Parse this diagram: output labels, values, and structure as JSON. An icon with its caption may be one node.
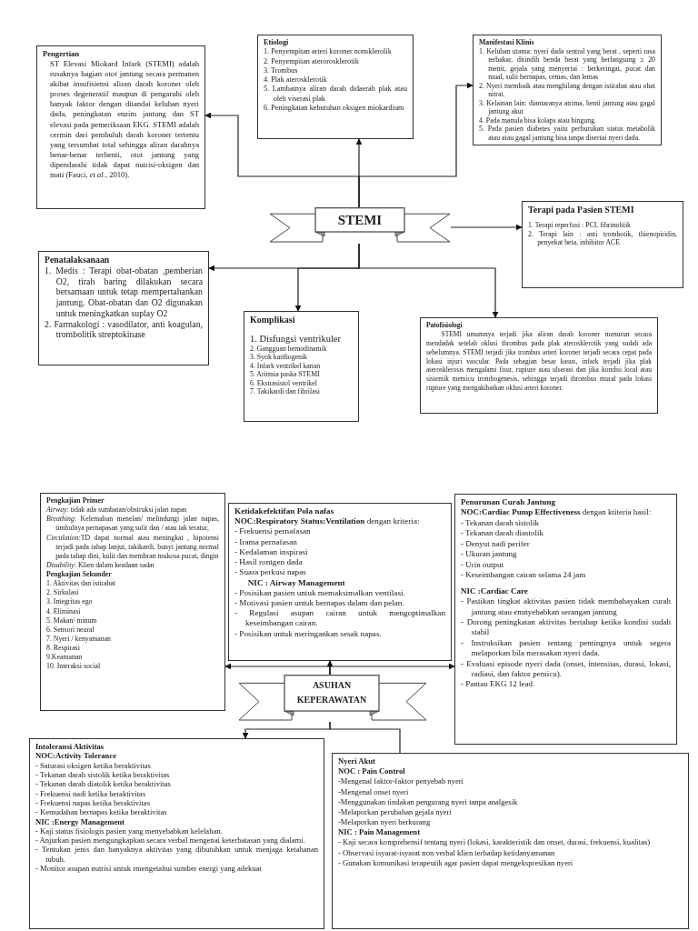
{
  "diagram": {
    "nodes": [
      {
        "text": [
          "Pengertian",
          "ST Elevasi Miokard Infark (STEMI) adalah rusaknya bagian otot jantung secara permanen akibat insufisiensi aliran darah koroner oleh proses degeneratif maupun di pengaruhi oleh banyak faktor dengan ditandai keluhan nyeri dada, peningkatan enzim jantung dan ST elevasi pada pemeriksaan EKG. STEMI adalah cermin dari pembuluh darah koroner tertentu yang tersumbat total sehingga aliran darahnya benar-benar terhenti, otot jantung yang dipendarahi tidak dapat nutrisi-oksigen dan mati (Fauci, *et al.*, 2010)."
        ]
      },
      {
        "text": [
          "Etiologi",
          "1. Penyempitan arteri koroner nonsklerolik",
          "2. Penyempitan aterorosklerotik",
          "3. Trombus",
          "4. Plak aterosklerotik",
          "5. Lambatnya aliran darah didaerah plak atau oleh viserasi plak",
          "6. Peningkatan kebutuhan oksigen miokardium"
        ]
      },
      {
        "text": [
          "Manifestasi Klinis",
          "1. Keluhan utama: nyeri dada sentral yang berat , seperti rasa terbakar, ditindih benda berat yang berlangsung ≥ 20 menit, gejala yang menyertai : berkeringat, pucat dan mual, sulit bernapas, cemas, dan lemas",
          "2. Nyeri membaik atau menghilang dengan istirahat atau obat nitrat.",
          "3. Kelainan lain: diantaranya atrima, henti jantung atau gagal jantung akut",
          "4. Pada manula bisa kolaps atau bingung.",
          "5. Pada pasien diabetes yaitu perburukan status metabolik atau atau gagal jantung bisa tanpa disertai nyeri dada."
        ]
      },
      {
        "text": [
          "STEMI"
        ]
      },
      {
        "text": [
          "Terapi pada Pasien STEMI",
          "1. Terapi reperfusi : PCI, fibrinolitik",
          "2. Terapi lain : anti trombotik, thienopiridin, penyekat beta, inhibitor ACE"
        ]
      },
      {
        "text": [
          "Penatalaksanaan",
          "1. Medis : Terapi obat-obatan ,pemberian O2, tirah baring dilakukan secara bersamaan untuk tetap mempertahankan jantung. Obat-obatan dan O2 digunakan untuk meningkatkan suplay O2",
          "2. Farmakologi : vasodilator, anti koagulan, trombolitik streptokinase"
        ]
      },
      {
        "text": [
          "Komplikasi",
          "1. Disfungsi ventrikuler",
          "2. Gangguan hemodinamik",
          "3. Syok kardiogenik",
          "4. Infark ventrikel kanan",
          "5. Aritmia paska STEMI",
          "6. Ekstrasistol ventrikel",
          "7. Takikardi dan fibrilasi"
        ]
      },
      {
        "text": [
          "Patofisiologi",
          "STEMI umumnya terjadi jika aliran darah koroner menurun secara mendadak setelah oklusi thrombus pada plak aterosklerotik yang sudah ada sebelumnya. STEMI terjadi jika trombus arteri koroner terjadi secara cepat pada lokasi injuri vascular. Pada sebagian besar kasus, infark terjadi jika plak aterosklerosis mengalami fisur, rupture atau ulserasi dan jika kondisi local atau sistemik memicu trombogenesis, sehingga terjadi thrombus mural pada lokasi rupture yang mengakibatkan oklusi arteri koroner."
        ]
      },
      {
        "text": [
          "Pengkajian Primer",
          "*Airway*: tidak ada  sumbatan/obstruksi jalan napas",
          "*Breathing*: Kelemahan menelan/ melindungi jalan napas, timbulnya pernapasan yang sulit dan / atau tak teratur,",
          "*Circulation*:TD dapat normal atau meningkat , hipotensi terjadi pada tahap lanjut, takikardi, bunyi jantung normal pada tahap dini, kulit dan membran mukosa pucat, dingin",
          "*Disability*: Klien dalam keadaan  sadar",
          "Pengkajian Sekunder",
          "1. Aktivitas dan istirahat",
          "2. Sirkulasi",
          "3. Integritas ego",
          "4. Eliminasi",
          "5. Makan/ minum",
          "6. Sensori neural",
          "7. Nyeri / kenyamanan",
          "8. Respirasi",
          "9.Keamanan",
          "10. Interaksi social"
        ]
      },
      {
        "text": [
          "Ketidakefektifan Pola nafas",
          "**NOC:Respiratory Status:Ventilation** dengan kriteria:",
          "- Frekuensi pernafasan",
          "- Irama pernafasan",
          "- Kedalaman inspirasi",
          "- Hasil rontgen dada",
          "- Suara perkusi napas",
          "NIC : Airway Management",
          "- Posisikan pasien untuk memaksimalkan ventilasi.",
          "- Motivasi pasien untuk bernapas dalam  dan pelan.",
          "- Regulasi asupan cairan untuk mengoptimalkan keseimbangan cairan.",
          "- Posisikan untuk meringankan sesak napas."
        ]
      },
      {
        "text": [
          "Penurunan Curah Jantung",
          "**NOC:Cardiac Pump Effectiveness** dengan ktiteria hasil:",
          "- Tekanan darah sistolik",
          "- Tekanan darah diastolik",
          "- Denyut nadi perifer",
          "- Ukuran jantung",
          "- Urin output",
          "- Keseimbangan cairan selama 24 jam",
          "NIC :Cardiac Care",
          "- Pastikan tingkat aktivitas pasien tidak membahayakan curah jantung atau emnyebabkan serangan jantung",
          "- Dorong peningkatan aktivitas bertahap ketika kondisi sudah stabil",
          "- Instruksikan pasien tentang pentingnya untuk segera melaporkan bila merasakan nyeri dada.",
          "- Evaluasi episode nyeri dada (onset, intensitas, durasi, lokasi, radiasi, dan faktor pemicu).",
          "- Pantau EKG 12 lead."
        ]
      },
      {
        "text": [
          "ASUHAN KEPERAWATAN"
        ]
      },
      {
        "text": [
          "Intoleransi Aktivitas",
          "NOC:Activity Tolerance",
          "- Saturasi oksigen ketika beraktivitas",
          "- Tekanan darah sistolik ketika beraktivitas",
          "- Tekanan darah diatolik ketika beraktivitas",
          "- Frekuensi nadi ketika beraktivitas",
          "- Frekuensi napas ketika beraktivitas",
          "- Kemudahan bernapas ketika beraktivitas",
          "NIC :Energy Management",
          "- Kaji status fisiologis pasien yang menyebabkan kelelahan.",
          "- Anjurkan pasien mengungkapkan secara verbal mengenai keterbatasan yang dialami.",
          "- Tentukan jenis dan banyaknya aktivitas yang dibutuhkan untuk menjaga ketahanan tubuh.",
          "- Monitor asupan nutrisi untuk rmengetahui sumber energi yang adekuat"
        ]
      },
      {
        "text": [
          "Nyeri Akut",
          "NOC : Pain Control",
          "-Mengenal faktor-faktor penyebab nyeri",
          "-Mengenal onset nyeri",
          "-Menggunakan tindakan pengurang nyeri tanpa analgesik",
          "-Melaporkan perubahan gejala nyeri",
          "-Melaporkan nyeri berkurang",
          "NIC : Pain Management",
          "- Kaji secara komprehensif tentang nyeri (lokasi, karakteristik dan onset, durasi, frekuensi, kualitas)",
          "- Observasi isyarat-isyarat non verbal klien terhadap ketidanyamanan",
          "- Gunakan komunikasi terapeutik agar pasien dapat mengekspresikan nyeri"
        ]
      }
    ],
    "edges": [
      {
        "from": 3,
        "to": 0,
        "arrow": "to"
      },
      {
        "from": 3,
        "to": 1,
        "arrow": "to"
      },
      {
        "from": 3,
        "to": 2,
        "arrow": "to"
      },
      {
        "from": 3,
        "to": 4,
        "arrow": "to"
      },
      {
        "from": 3,
        "to": 5,
        "arrow": "to"
      },
      {
        "from": 3,
        "to": 6,
        "arrow": "to"
      },
      {
        "from": 3,
        "to": 7,
        "arrow": "to"
      },
      {
        "from": 11,
        "to": 8,
        "arrow": "to"
      },
      {
        "from": 11,
        "to": 9,
        "arrow": "to"
      },
      {
        "from": 11,
        "to": 10,
        "arrow": "to"
      },
      {
        "from": 11,
        "to": 12,
        "arrow": "to"
      },
      {
        "from": 11,
        "to": 13,
        "arrow": "none"
      }
    ]
  }
}
